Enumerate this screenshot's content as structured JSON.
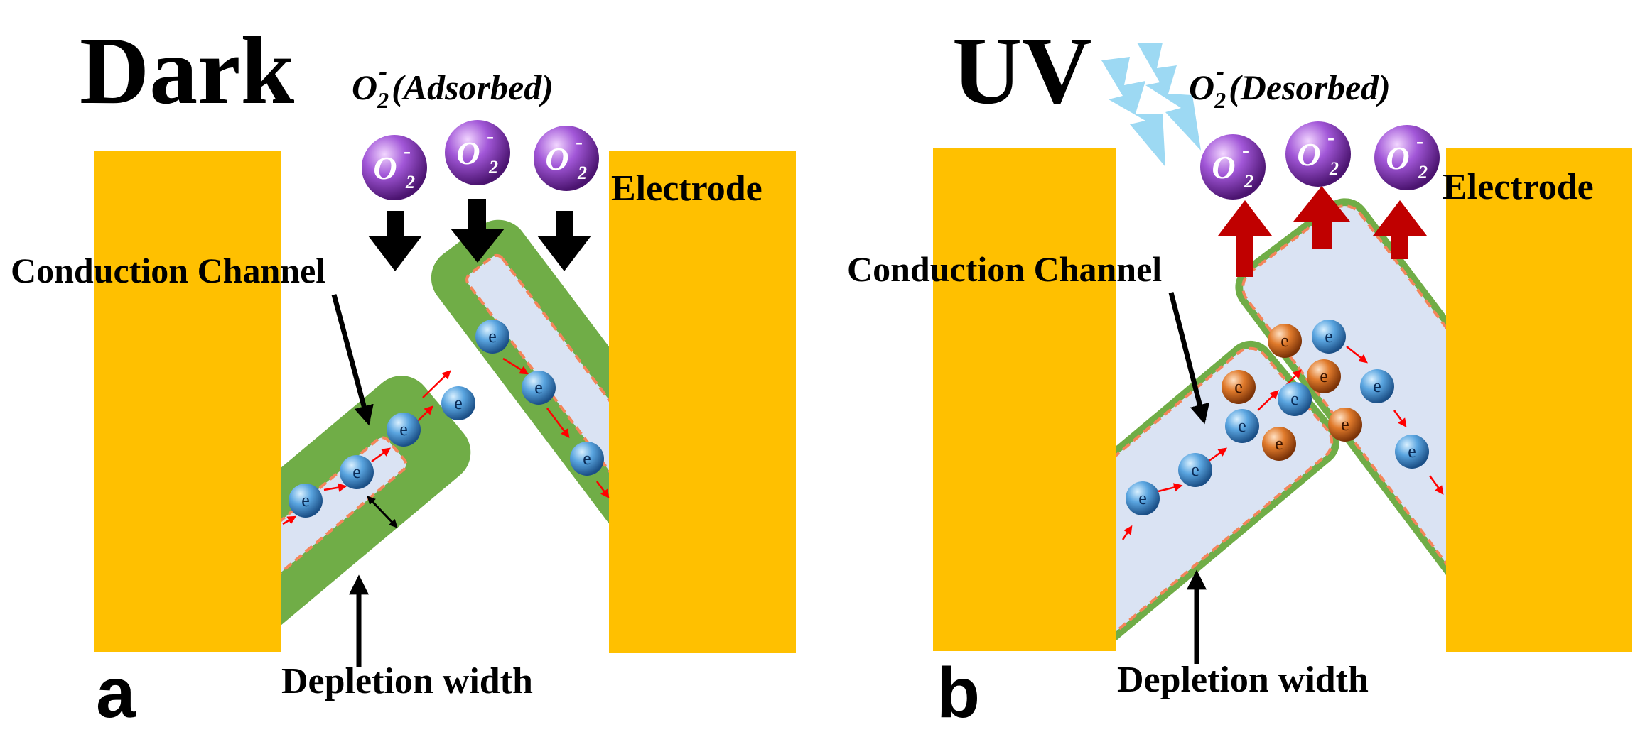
{
  "colors": {
    "electrode": "#FFC000",
    "depletion": "#70AD47",
    "channel": "#DAE3F3",
    "channel_dash": "#F4855A",
    "electron": "#2E75B6",
    "hole": "#C55A11",
    "oxygen": "#7030A0",
    "adsorb_arrow": "#000000",
    "desorb_arrow": "#C00000",
    "uv": "#9DD9F3",
    "flow_arrow": "#FF0000"
  },
  "panel_a": {
    "label": "a",
    "condition": "Dark",
    "oxygen_title_main": "O",
    "oxygen_title_sub": "2",
    "oxygen_title_sup": "-",
    "oxygen_title_rest": "(Adsorbed)",
    "conduction_label": "Conduction Channel",
    "depletion_label": "Depletion width",
    "electrode_label": "Electrode"
  },
  "panel_b": {
    "label": "b",
    "condition": "UV",
    "oxygen_title_main": "O",
    "oxygen_title_sub": "2",
    "oxygen_title_sup": "-",
    "oxygen_title_rest": "(Desorbed)",
    "conduction_label": "Conduction Channel",
    "depletion_label": "Depletion width",
    "electrode_label": "Electrode"
  },
  "molecule": {
    "main": "O",
    "sub": "2",
    "sup": "-"
  },
  "carrier": {
    "electron_symbol": "e"
  }
}
